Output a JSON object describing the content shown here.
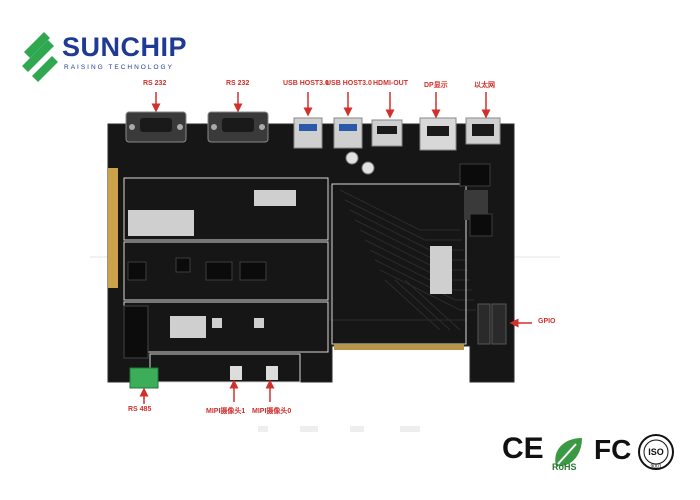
{
  "brand": {
    "name": "SUNCHIP",
    "tagline": "RAISING TECHNOLOGY",
    "colors": {
      "green": "#2fa84f",
      "blue": "#1f3a93"
    }
  },
  "labels": {
    "rs232_1": "RS 232",
    "rs232_2": "RS 232",
    "usb1": "USB HOST3.0",
    "usb2": "USB HOST3.0",
    "hdmi": "HDMI-OUT",
    "dp": "DP显示",
    "ethernet": "以太网",
    "gpio": "GPIO",
    "rs485": "RS 485",
    "mipi1": "MIPI摄像头1",
    "mipi0": "MIPI摄像头0"
  },
  "certs": {
    "ce": "CE",
    "rohs": "RoHS",
    "fc": "FC",
    "iso": "ISO",
    "iso_num": "9001"
  },
  "label_color": "#d0312d"
}
